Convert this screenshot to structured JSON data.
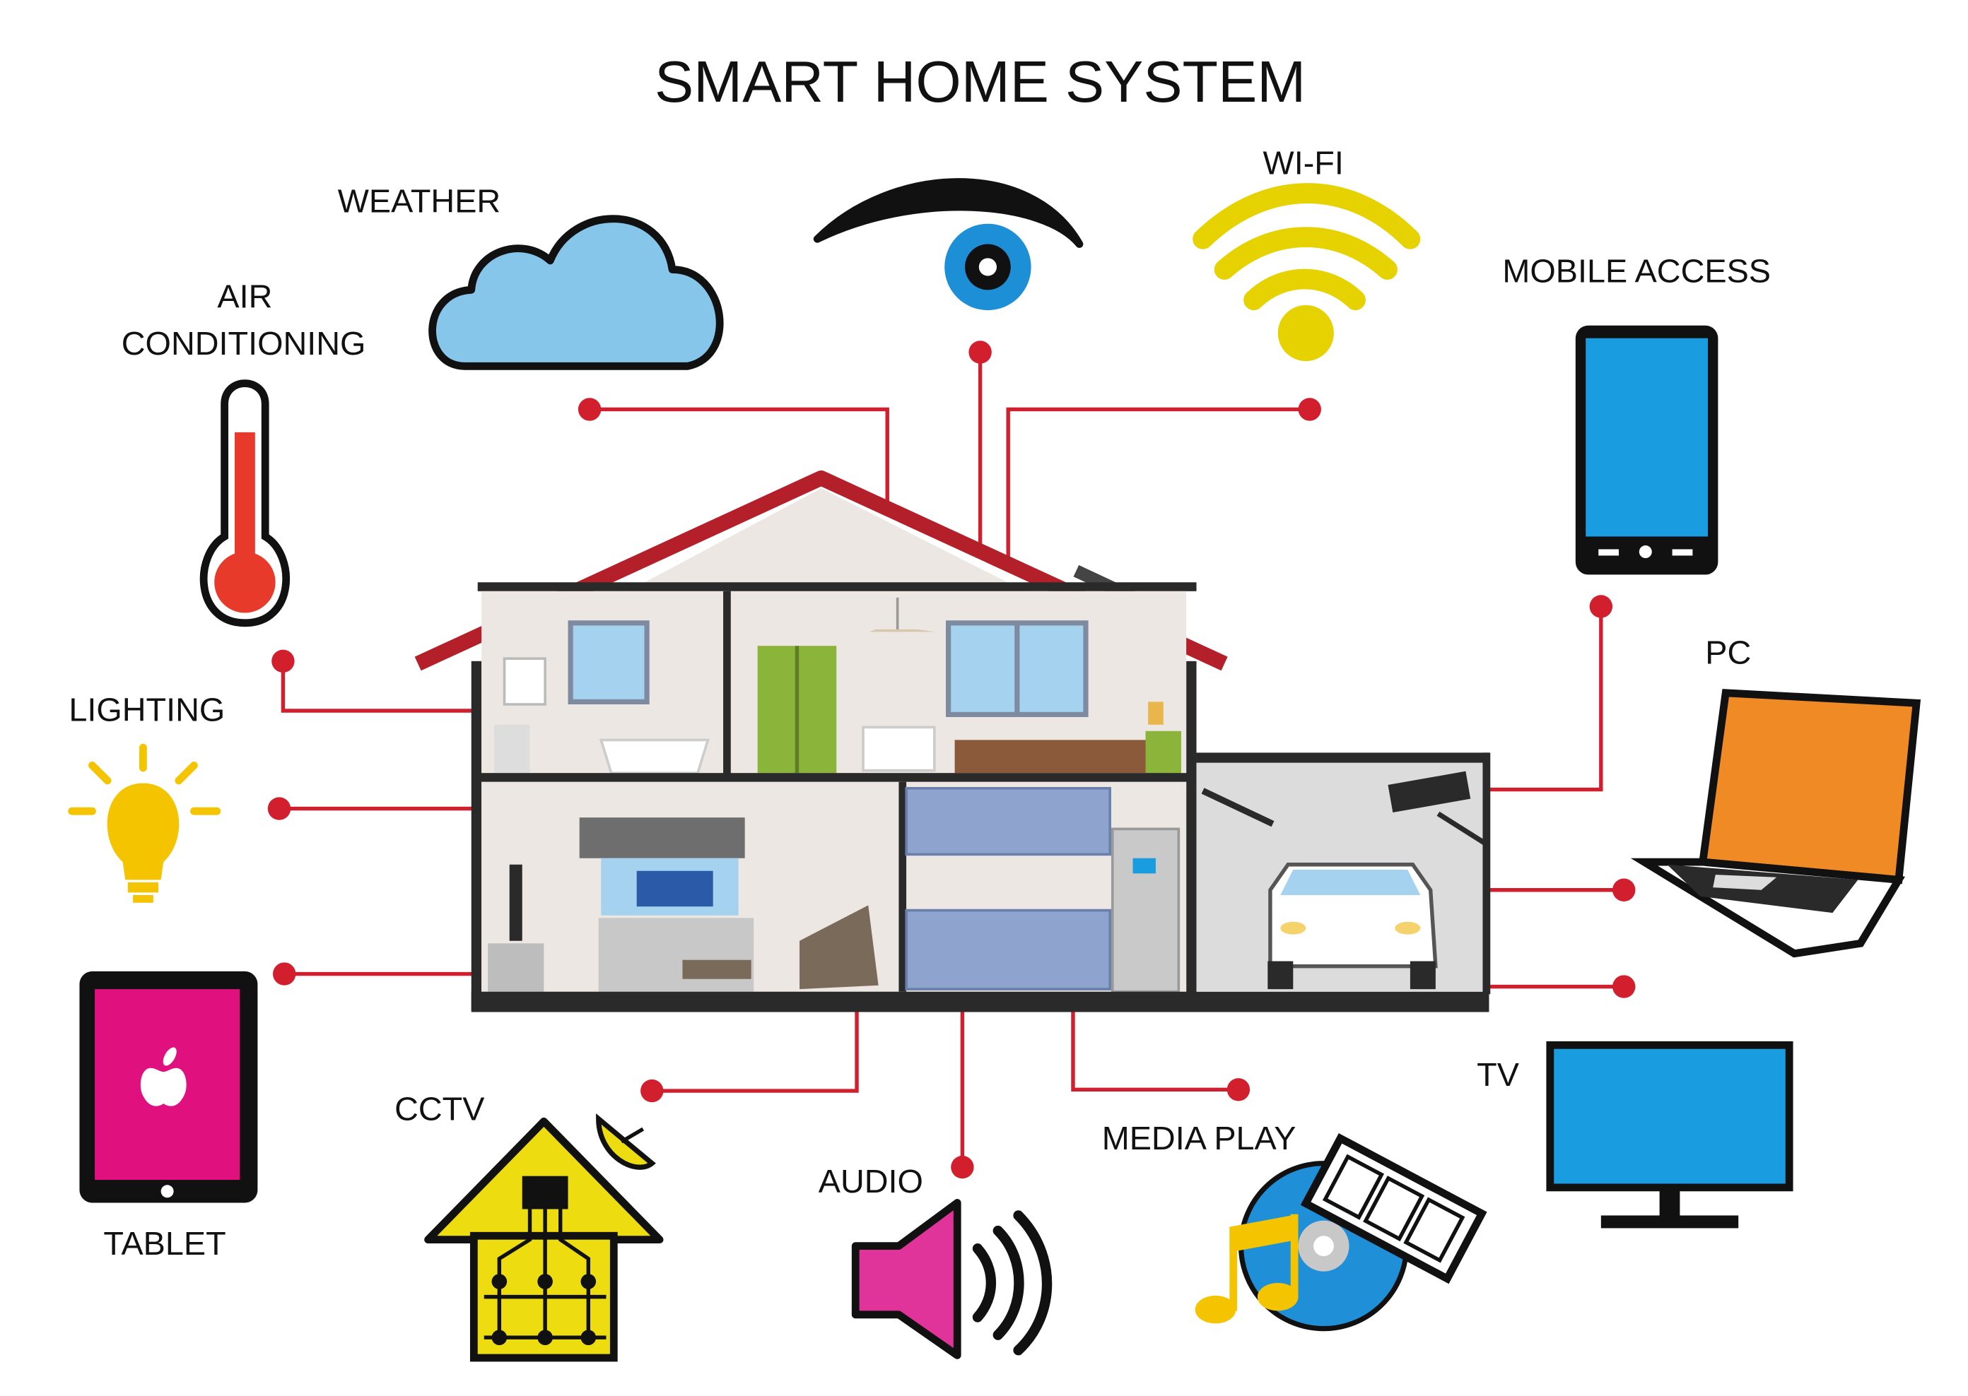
{
  "title": "SMART HOME SYSTEM",
  "labels": {
    "weather": "WEATHER",
    "wifi": "WI-FI",
    "mobile_access": "MOBILE ACCESS",
    "air_line1": "AIR",
    "air_line2": "CONDITIONING",
    "lighting": "LIGHTING",
    "pc": "PC",
    "tablet": "TABLET",
    "cctv": "CCTV",
    "audio": "AUDIO",
    "media_play": "MEDIA PLAY",
    "tv": "TV"
  },
  "colors": {
    "connector": "#d11f2e",
    "roof": "#b3202a",
    "cloud": "#86c6ea",
    "eye_iris": "#1d8fd6",
    "wifi": "#e6d200",
    "phone_screen": "#1a9de0",
    "laptop_screen": "#f08a24",
    "tablet_screen": "#e0117f",
    "tv_screen": "#1a9de0",
    "bulb": "#f5c400",
    "cctv_house": "#ecdc10",
    "speaker": "#e0349a",
    "disc": "#1f8fd8"
  },
  "icons": [
    "cloud-icon",
    "eye-icon",
    "wifi-icon",
    "smartphone-icon",
    "thermometer-icon",
    "lightbulb-icon",
    "laptop-icon",
    "tablet-icon",
    "circuit-house-icon",
    "speaker-icon",
    "media-disc-icon",
    "tv-icon",
    "house-illustration"
  ]
}
